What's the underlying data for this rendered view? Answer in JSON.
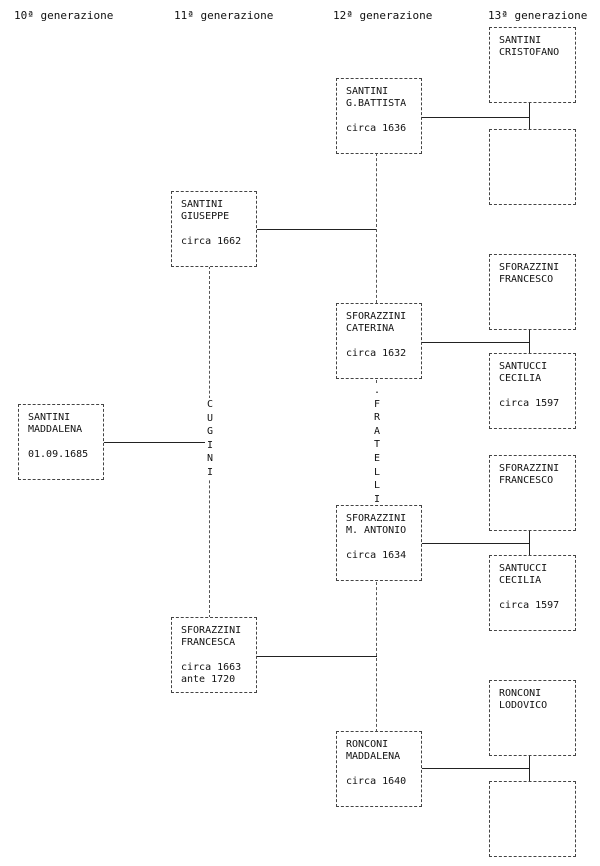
{
  "headers": [
    "10ª generazione",
    "11ª generazione",
    "12ª generazione",
    "13ª generazione"
  ],
  "people": {
    "maddalena_santini": {
      "line1": "SANTINI",
      "line2": "MADDALENA",
      "date1": "01.09.1685",
      "date2": ""
    },
    "giuseppe_santini": {
      "line1": "SANTINI",
      "line2": "GIUSEPPE",
      "date1": "circa 1662",
      "date2": ""
    },
    "francesca_sforazzini": {
      "line1": "SFORAZZINI",
      "line2": "FRANCESCA",
      "date1": "circa 1663",
      "date2": "ante  1720"
    },
    "gbattista_santini": {
      "line1": "SANTINI",
      "line2": "G.BATTISTA",
      "date1": "circa 1636",
      "date2": ""
    },
    "caterina_sforazzini": {
      "line1": "SFORAZZINI",
      "line2": "CATERINA",
      "date1": "circa 1632",
      "date2": ""
    },
    "mantonio_sforazzini": {
      "line1": "SFORAZZINI",
      "line2": "M. ANTONIO",
      "date1": "circa 1634",
      "date2": ""
    },
    "maddalena_ronconi": {
      "line1": "RONCONI",
      "line2": "MADDALENA",
      "date1": "circa 1640",
      "date2": ""
    },
    "cristofano_santini": {
      "line1": "SANTINI",
      "line2": "CRISTOFANO",
      "date1": "",
      "date2": ""
    },
    "unknown_1": {
      "line1": "",
      "line2": "",
      "date1": "",
      "date2": ""
    },
    "francesco_sforazzini_1": {
      "line1": "SFORAZZINI",
      "line2": "FRANCESCO",
      "date1": "",
      "date2": ""
    },
    "cecilia_santucci_1": {
      "line1": "SANTUCCI",
      "line2": "CECILIA",
      "date1": "circa 1597",
      "date2": ""
    },
    "francesco_sforazzini_2": {
      "line1": "SFORAZZINI",
      "line2": "FRANCESCO",
      "date1": "",
      "date2": ""
    },
    "cecilia_santucci_2": {
      "line1": "SANTUCCI",
      "line2": "CECILIA",
      "date1": "circa 1597",
      "date2": ""
    },
    "lodovico_ronconi": {
      "line1": "RONCONI",
      "line2": "LODOVICO",
      "date1": "",
      "date2": ""
    },
    "unknown_2": {
      "line1": "",
      "line2": "",
      "date1": "",
      "date2": ""
    }
  },
  "relations": {
    "cugini": [
      "C",
      "U",
      "G",
      "I",
      "N",
      "I"
    ],
    "fratelli": [
      ".",
      "F",
      "R",
      "A",
      "T",
      "E",
      "L",
      "L",
      "I"
    ]
  }
}
